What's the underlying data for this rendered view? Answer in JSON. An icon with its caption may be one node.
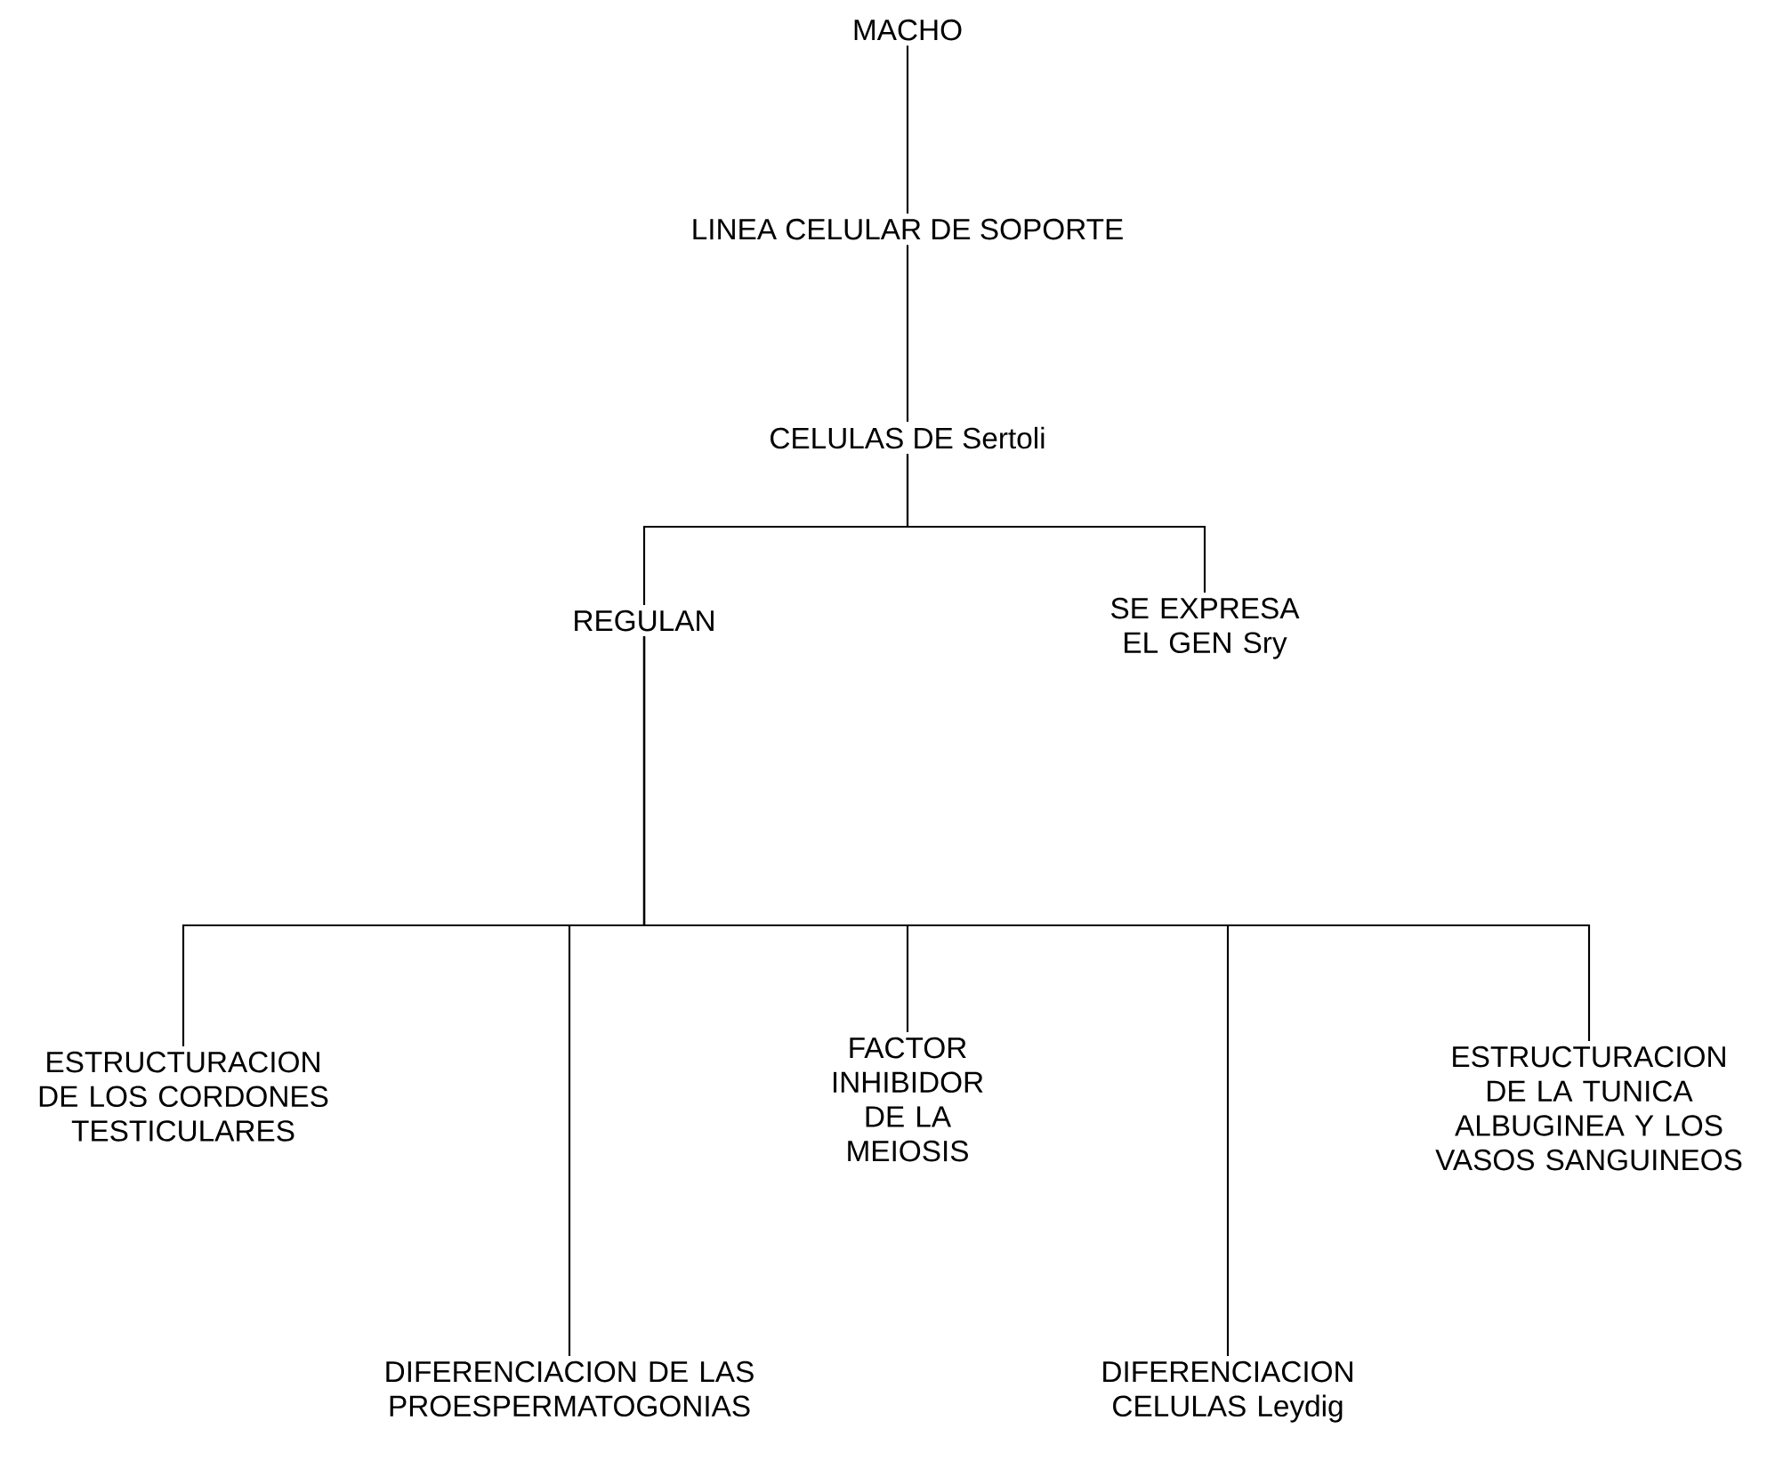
{
  "diagram": {
    "nodes": [
      {
        "text": [
          "MACHO"
        ]
      },
      {
        "text": [
          "LINEA CELULAR DE SOPORTE"
        ]
      },
      {
        "text": [
          "CELULAS DE Sertoli"
        ]
      },
      {
        "text": [
          "REGULAN"
        ]
      },
      {
        "text": [
          "SE EXPRESA EL GEN Sry"
        ]
      },
      {
        "text": [
          "ESTRUCTURACION DE LOS CORDONES TESTICULARES"
        ]
      },
      {
        "text": [
          "DIFERENCIACION DE LAS PROESPERMATOGONIAS"
        ]
      },
      {
        "text": [
          "FACTOR INHIBIDOR DE LA MEIOSIS"
        ]
      },
      {
        "text": [
          "DIFERENCIACION CELULAS Leydig"
        ]
      },
      {
        "text": [
          "ESTRUCTURACION DE LA TUNICA ALBUGINEA Y LOS VASOS SANGUINEOS"
        ]
      }
    ],
    "edges": [
      {
        "from": 0,
        "to": 1,
        "arrow": "none"
      },
      {
        "from": 1,
        "to": 2,
        "arrow": "none"
      },
      {
        "from": 2,
        "to": 3,
        "arrow": "none"
      },
      {
        "from": 2,
        "to": 4,
        "arrow": "none"
      },
      {
        "from": 3,
        "to": 5,
        "arrow": "none"
      },
      {
        "from": 3,
        "to": 6,
        "arrow": "none"
      },
      {
        "from": 3,
        "to": 7,
        "arrow": "none"
      },
      {
        "from": 3,
        "to": 8,
        "arrow": "none"
      },
      {
        "from": 3,
        "to": 9,
        "arrow": "none"
      }
    ]
  }
}
